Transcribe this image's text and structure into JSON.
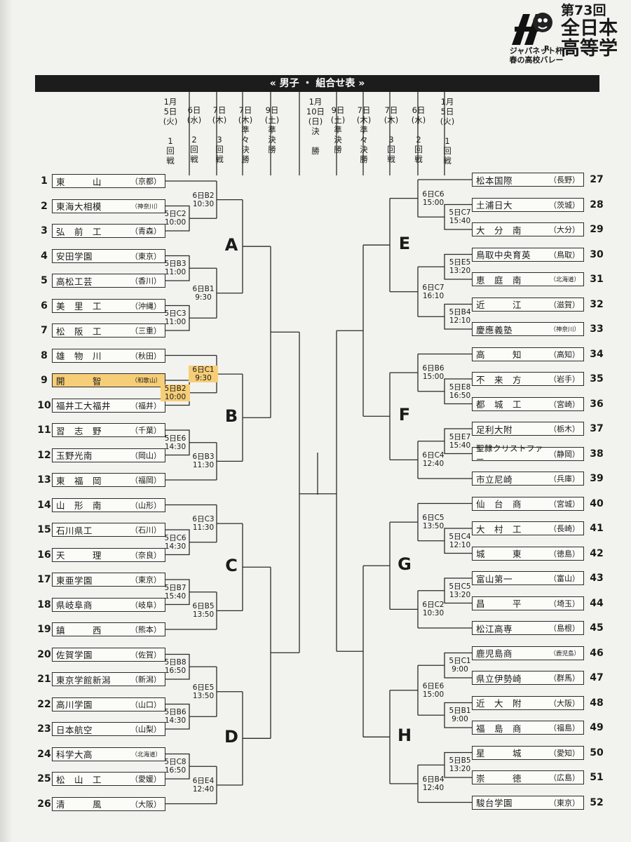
{
  "logo": {
    "edition": "第73回",
    "title_line1": "全日本",
    "title_line2": "高等学",
    "sponsor": "ジャパネット杯",
    "nickname": "春の高校バレー",
    "mark_letter": "R"
  },
  "header": {
    "banner": "« 男子 ・ 組合せ表 »"
  },
  "round_headers_left": [
    "1月\n5日\n(火)\n\n1\n回\n戦",
    "6日\n(水)\n\n2\n回\n戦",
    "7日\n(木)\n\n3\n回\n戦",
    "7日\n(木)\n準\n々\n決\n勝",
    "9日\n(土)\n準\n決\n勝"
  ],
  "round_header_final": "1月\n10日\n(日)\n決\n\n勝",
  "round_headers_right": [
    "9日\n(土)\n準\n決\n勝",
    "7日\n(木)\n準\n々\n決\n勝",
    "7日\n(木)\n\n3\n回\n戦",
    "6日\n(水)\n\n2\n回\n戦",
    "1月\n5日\n(火)\n\n1\n回\n戦"
  ],
  "left_teams": [
    {
      "no": "1",
      "name": "東　　　山",
      "pref": "（京都）"
    },
    {
      "no": "2",
      "name": "東海大相模",
      "pref": "（神奈川）"
    },
    {
      "no": "3",
      "name": "弘　前　工",
      "pref": "（青森）"
    },
    {
      "no": "4",
      "name": "安田学園",
      "pref": "（東京）"
    },
    {
      "no": "5",
      "name": "高松工芸",
      "pref": "（香川）"
    },
    {
      "no": "6",
      "name": "美　里　工",
      "pref": "（沖縄）"
    },
    {
      "no": "7",
      "name": "松　阪　工",
      "pref": "（三重）"
    },
    {
      "no": "8",
      "name": "雄　物　川",
      "pref": "（秋田）"
    },
    {
      "no": "9",
      "name": "開　　　智",
      "pref": "（和歌山）"
    },
    {
      "no": "10",
      "name": "福井工大福井",
      "pref": "（福井）"
    },
    {
      "no": "11",
      "name": "習　志　野",
      "pref": "（千葉）"
    },
    {
      "no": "12",
      "name": "玉野光南",
      "pref": "（岡山）"
    },
    {
      "no": "13",
      "name": "東　福　岡",
      "pref": "（福岡）"
    },
    {
      "no": "14",
      "name": "山　形　南",
      "pref": "（山形）"
    },
    {
      "no": "15",
      "name": "石川県工",
      "pref": "（石川）"
    },
    {
      "no": "16",
      "name": "天　　　理",
      "pref": "（奈良）"
    },
    {
      "no": "17",
      "name": "東亜学園",
      "pref": "（東京）"
    },
    {
      "no": "18",
      "name": "県岐阜商",
      "pref": "（岐阜）"
    },
    {
      "no": "19",
      "name": "鎮　　　西",
      "pref": "（熊本）"
    },
    {
      "no": "20",
      "name": "佐賀学園",
      "pref": "（佐賀）"
    },
    {
      "no": "21",
      "name": "東京学館新潟",
      "pref": "（新潟）"
    },
    {
      "no": "22",
      "name": "高川学園",
      "pref": "（山口）"
    },
    {
      "no": "23",
      "name": "日本航空",
      "pref": "（山梨）"
    },
    {
      "no": "24",
      "name": "科学大高",
      "pref": "（北海道）"
    },
    {
      "no": "25",
      "name": "松　山　工",
      "pref": "（愛媛）"
    },
    {
      "no": "26",
      "name": "清　　　風",
      "pref": "（大阪）"
    }
  ],
  "right_teams": [
    {
      "no": "27",
      "name": "松本国際",
      "pref": "（長野）"
    },
    {
      "no": "28",
      "name": "土浦日大",
      "pref": "（茨城）"
    },
    {
      "no": "29",
      "name": "大　分　南",
      "pref": "（大分）"
    },
    {
      "no": "30",
      "name": "鳥取中央育英",
      "pref": "（鳥取）"
    },
    {
      "no": "31",
      "name": "恵　庭　南",
      "pref": "（北海道）"
    },
    {
      "no": "32",
      "name": "近　　　江",
      "pref": "（滋賀）"
    },
    {
      "no": "33",
      "name": "慶應義塾",
      "pref": "（神奈川）"
    },
    {
      "no": "34",
      "name": "高　　　知",
      "pref": "（高知）"
    },
    {
      "no": "35",
      "name": "不　来　方",
      "pref": "（岩手）"
    },
    {
      "no": "36",
      "name": "都　城　工",
      "pref": "（宮崎）"
    },
    {
      "no": "37",
      "name": "足利大附",
      "pref": "（栃木）"
    },
    {
      "no": "38",
      "name": "聖隷クリストファー",
      "pref": "（静岡）"
    },
    {
      "no": "39",
      "name": "市立尼崎",
      "pref": "（兵庫）"
    },
    {
      "no": "40",
      "name": "仙　台　商",
      "pref": "（宮城）"
    },
    {
      "no": "41",
      "name": "大　村　工",
      "pref": "（長崎）"
    },
    {
      "no": "42",
      "name": "城　　　東",
      "pref": "（徳島）"
    },
    {
      "no": "43",
      "name": "富山第一",
      "pref": "（富山）"
    },
    {
      "no": "44",
      "name": "昌　　　平",
      "pref": "（埼玉）"
    },
    {
      "no": "45",
      "name": "松江高専",
      "pref": "（島根）"
    },
    {
      "no": "46",
      "name": "鹿児島商",
      "pref": "（鹿児島）"
    },
    {
      "no": "47",
      "name": "県立伊勢崎",
      "pref": "（群馬）"
    },
    {
      "no": "48",
      "name": "近　大　附",
      "pref": "（大阪）"
    },
    {
      "no": "49",
      "name": "福　島　商",
      "pref": "（福島）"
    },
    {
      "no": "50",
      "name": "星　　　城",
      "pref": "（愛知）"
    },
    {
      "no": "51",
      "name": "崇　　　徳",
      "pref": "（広島）"
    },
    {
      "no": "52",
      "name": "駿台学園",
      "pref": "（東京）"
    }
  ],
  "left_r1_matches": [
    "5日C2\n10:00",
    "5日B3\n11:00",
    "5日C3\n11:00",
    "5日B2\n10:00",
    "5日E6\n14:30",
    "5日C6\n14:30",
    "5日B7\n15:40",
    "5日B8\n16:50",
    "5日B6\n14:30",
    "5日C8\n16:50"
  ],
  "left_r2_matches": [
    "6日B2\n10:30",
    "6日B1\n9:30",
    "6日C1\n9:30",
    "6日B3\n11:30",
    "6日C3\n11:30",
    "6日B5\n13:50",
    "6日E5\n13:50",
    "6日E4\n12:40"
  ],
  "right_r1_matches": [
    "5日C7\n15:40",
    "5日E5\n13:20",
    "5日B4\n12:10",
    "5日E8\n16:50",
    "5日E7\n15:40",
    "5日C4\n12:10",
    "5日C5\n13:20",
    "5日C1\n9:00",
    "5日B1\n9:00",
    "5日B5\n13:20"
  ],
  "right_r2_matches": [
    "6日C6\n15:00",
    "6日C7\n16:10",
    "6日B6\n15:00",
    "6日C4\n12:40",
    "6日C5\n13:50",
    "6日C2\n10:30",
    "6日E6\n15:00",
    "6日B4\n12:40"
  ],
  "blocks_left": [
    "A",
    "B",
    "C",
    "D"
  ],
  "blocks_right": [
    "E",
    "F",
    "G",
    "H"
  ],
  "colors": {
    "highlight": "#f7ce78",
    "banner": "#1c1c1c",
    "line": "#2a2a2a"
  }
}
